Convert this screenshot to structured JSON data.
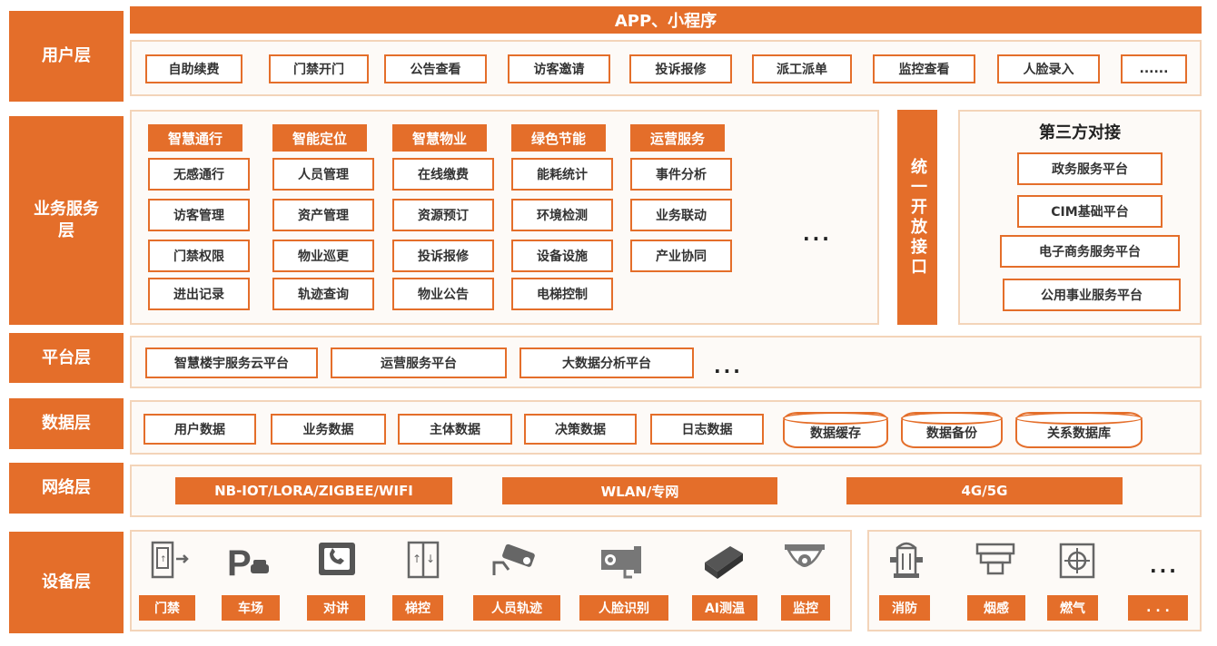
{
  "layers": {
    "user": "用户层",
    "business": "业务服务层",
    "platform": "平台层",
    "data": "数据层",
    "network": "网络层",
    "device": "设备层"
  },
  "user_layer": {
    "header": "APP、小程序",
    "items": [
      "自助续费",
      "门禁开门",
      "公告查看",
      "访客邀请",
      "投诉报修",
      "派工派单",
      "监控查看",
      "人脸录入",
      "......"
    ]
  },
  "business_layer": {
    "categories": [
      {
        "title": "智慧通行",
        "items": [
          "无感通行",
          "访客管理",
          "门禁权限",
          "进出记录"
        ]
      },
      {
        "title": "智能定位",
        "items": [
          "人员管理",
          "资产管理",
          "物业巡更",
          "轨迹查询"
        ]
      },
      {
        "title": "智慧物业",
        "items": [
          "在线缴费",
          "资源预订",
          "投诉报修",
          "物业公告"
        ]
      },
      {
        "title": "绿色节能",
        "items": [
          "能耗统计",
          "环境检测",
          "设备设施",
          "电梯控制"
        ]
      },
      {
        "title": "运营服务",
        "items": [
          "事件分析",
          "业务联动",
          "产业协同"
        ]
      }
    ],
    "more": "...",
    "open_interface": "统一开放接口",
    "third_party": {
      "title": "第三方对接",
      "items": [
        "政务服务平台",
        "CIM基础平台",
        "电子商务服务平台",
        "公用事业服务平台"
      ]
    }
  },
  "platform_layer": {
    "items": [
      "智慧楼宇服务云平台",
      "运营服务平台",
      "大数据分析平台"
    ],
    "more": "..."
  },
  "data_layer": {
    "items": [
      "用户数据",
      "业务数据",
      "主体数据",
      "决策数据",
      "日志数据"
    ],
    "stores": [
      "数据缓存",
      "数据备份",
      "关系数据库"
    ]
  },
  "network_layer": {
    "items": [
      "NB-IOT/LORA/ZIGBEE/WIFI",
      "WLAN/专网",
      "4G/5G"
    ]
  },
  "device_layer": {
    "devices": [
      {
        "label": "门禁",
        "icon": "door-access-icon"
      },
      {
        "label": "车场",
        "icon": "parking-icon"
      },
      {
        "label": "对讲",
        "icon": "intercom-icon"
      },
      {
        "label": "梯控",
        "icon": "elevator-icon"
      },
      {
        "label": "人员轨迹",
        "icon": "tracking-camera-icon"
      },
      {
        "label": "人脸识别",
        "icon": "face-camera-icon"
      },
      {
        "label": "AI测温",
        "icon": "thermal-camera-icon"
      },
      {
        "label": "监控",
        "icon": "dome-camera-icon"
      }
    ],
    "safety": [
      {
        "label": "消防",
        "icon": "hydrant-icon"
      },
      {
        "label": "烟感",
        "icon": "smoke-detector-icon"
      },
      {
        "label": "燃气",
        "icon": "gas-sensor-icon"
      },
      {
        "label": ". . .",
        "icon": ""
      }
    ],
    "more": "..."
  },
  "colors": {
    "accent": "#e46e2a",
    "panel_border": "#f3d4b9",
    "panel_bg": "#fdfaf7"
  }
}
